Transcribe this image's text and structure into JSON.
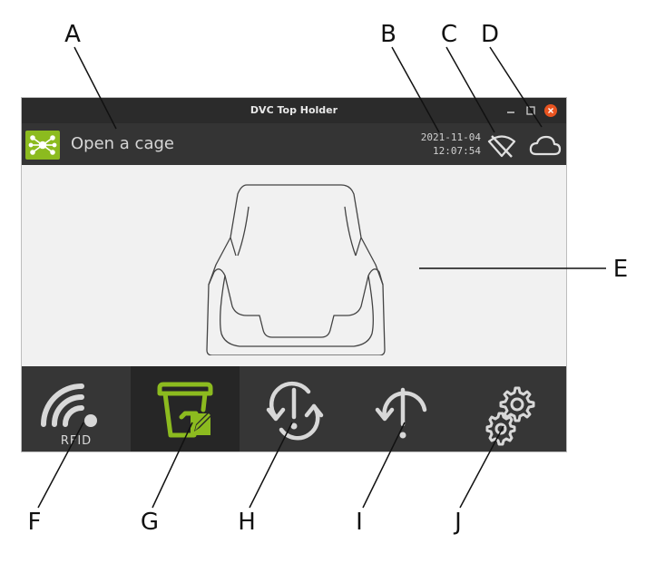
{
  "window": {
    "title": "DVC Top Holder"
  },
  "header": {
    "screen_title": "Open a cage",
    "date": "2021-11-04",
    "time": "12:07:54",
    "icons": {
      "logo": "network-logo-icon",
      "wifi_status": "wifi-off-icon",
      "cloud_status": "cloud-icon"
    }
  },
  "toolbar": {
    "buttons": [
      {
        "id": "rfid",
        "icon": "rfid-icon",
        "label": "RFID"
      },
      {
        "id": "cage-edit",
        "icon": "cage-edit-icon",
        "active": true
      },
      {
        "id": "rotate",
        "icon": "rotate-icon"
      },
      {
        "id": "alert",
        "icon": "alert-icon"
      },
      {
        "id": "settings",
        "icon": "gears-icon"
      }
    ]
  },
  "callouts": [
    "A",
    "B",
    "C",
    "D",
    "E",
    "F",
    "G",
    "H",
    "I",
    "J"
  ],
  "colors": {
    "accent": "#8cbb1f",
    "titlebar": "#2b2b2b",
    "header": "#343434",
    "toolbar": "#363636",
    "close": "#e95420"
  }
}
